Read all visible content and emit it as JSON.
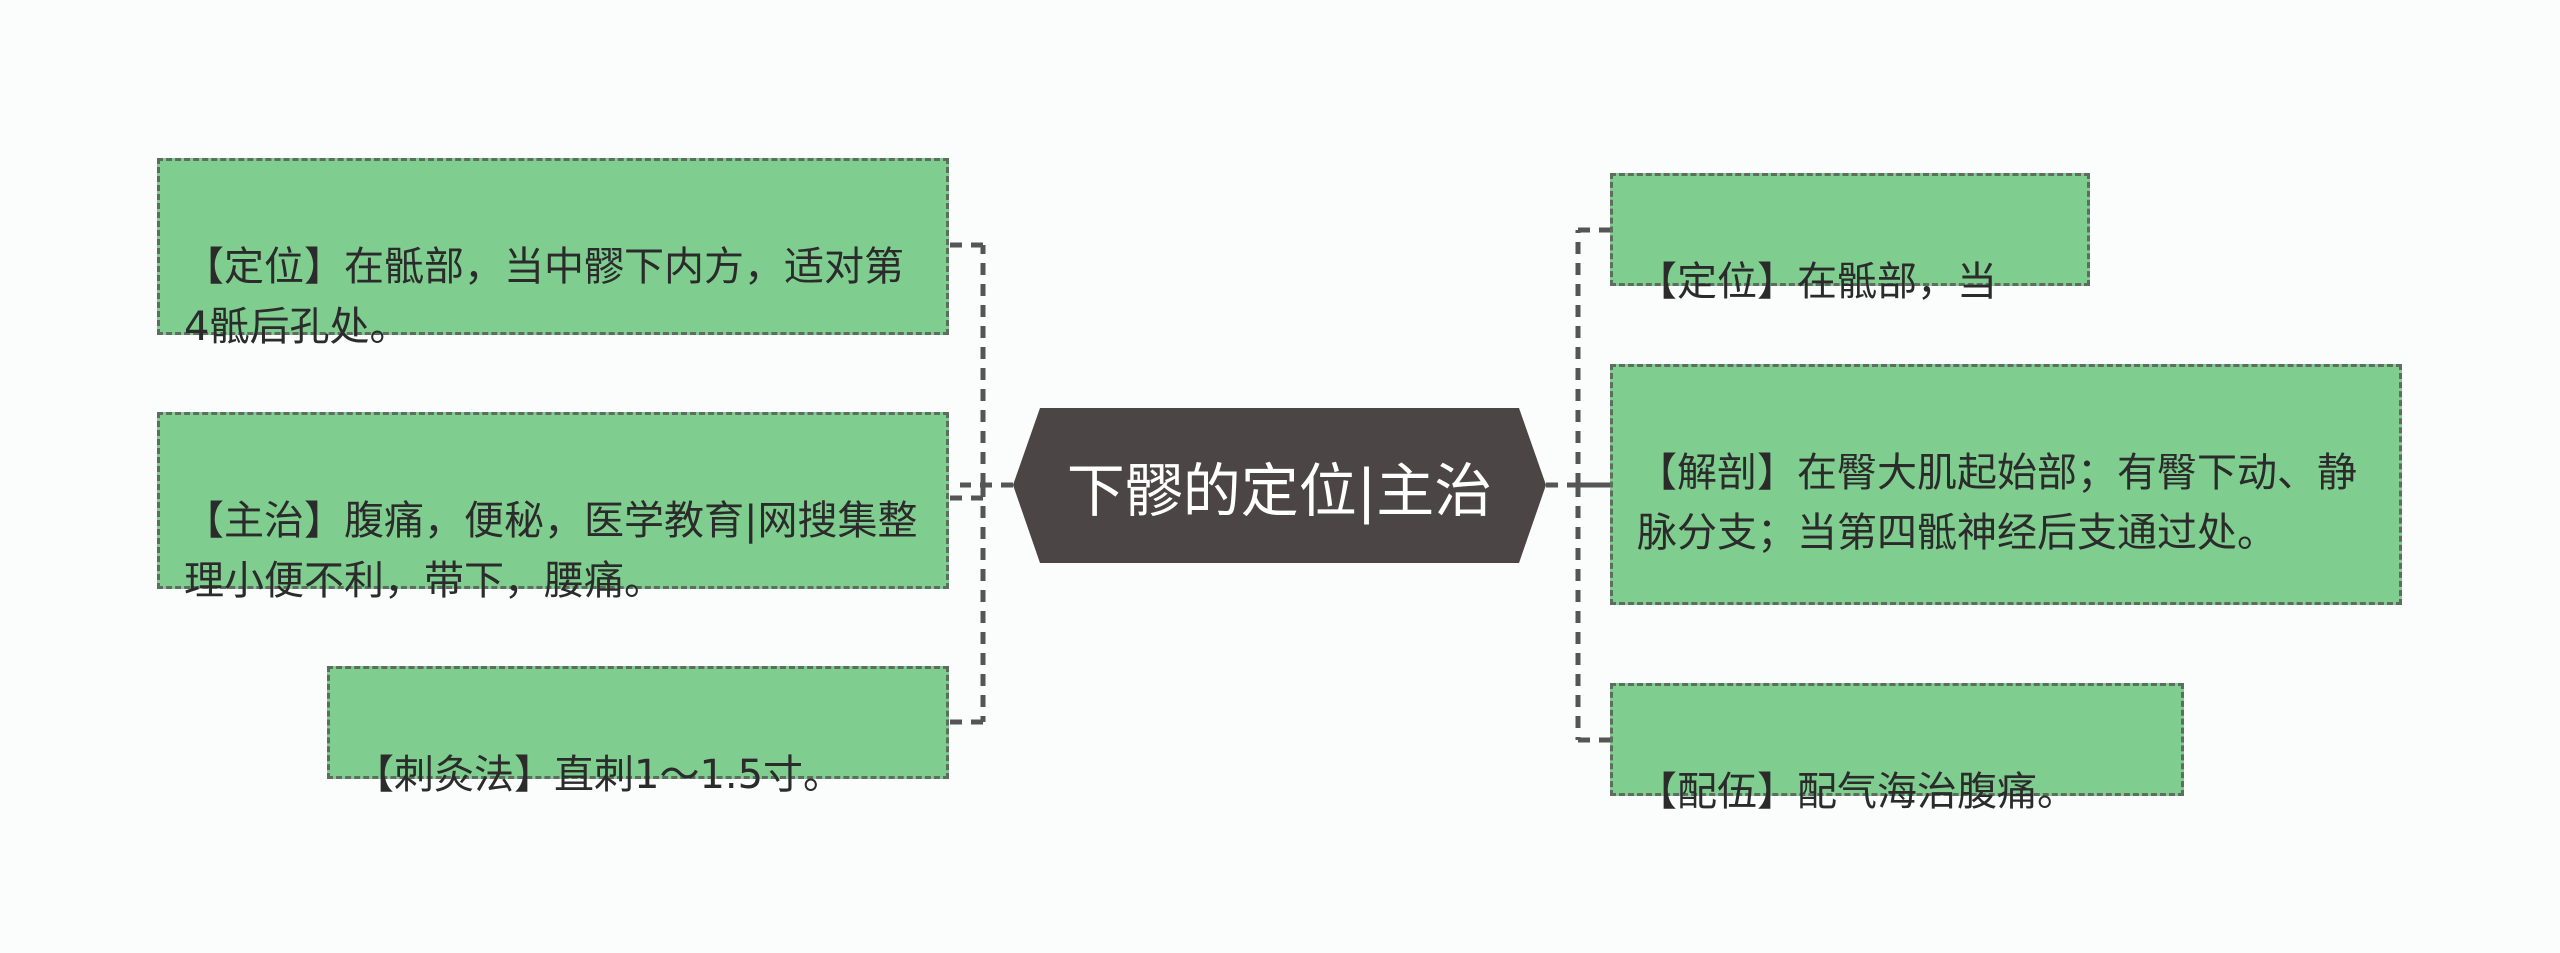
{
  "center": {
    "title": "下髎的定位|主治",
    "fill": "#4b4546"
  },
  "colors": {
    "node_fill": "#7fce8f",
    "node_border": "#5d6d60",
    "connector": "#555555",
    "background": "#fbfcfc"
  },
  "left_nodes": [
    {
      "text": "【定位】在骶部，当中髎下内方，适对第4骶后孔处。"
    },
    {
      "text": "【主治】腹痛，便秘，医学教育|网搜集整理小便不利，带下，腰痛。"
    },
    {
      "text": "【刺灸法】直刺1～1.5寸。"
    }
  ],
  "right_nodes": [
    {
      "text": "【定位】在骶部，当"
    },
    {
      "text": "【解剖】在臀大肌起始部；有臀下动、静脉分支；当第四骶神经后支通过处。"
    },
    {
      "text": "【配伍】配气海治腹痛。"
    }
  ]
}
